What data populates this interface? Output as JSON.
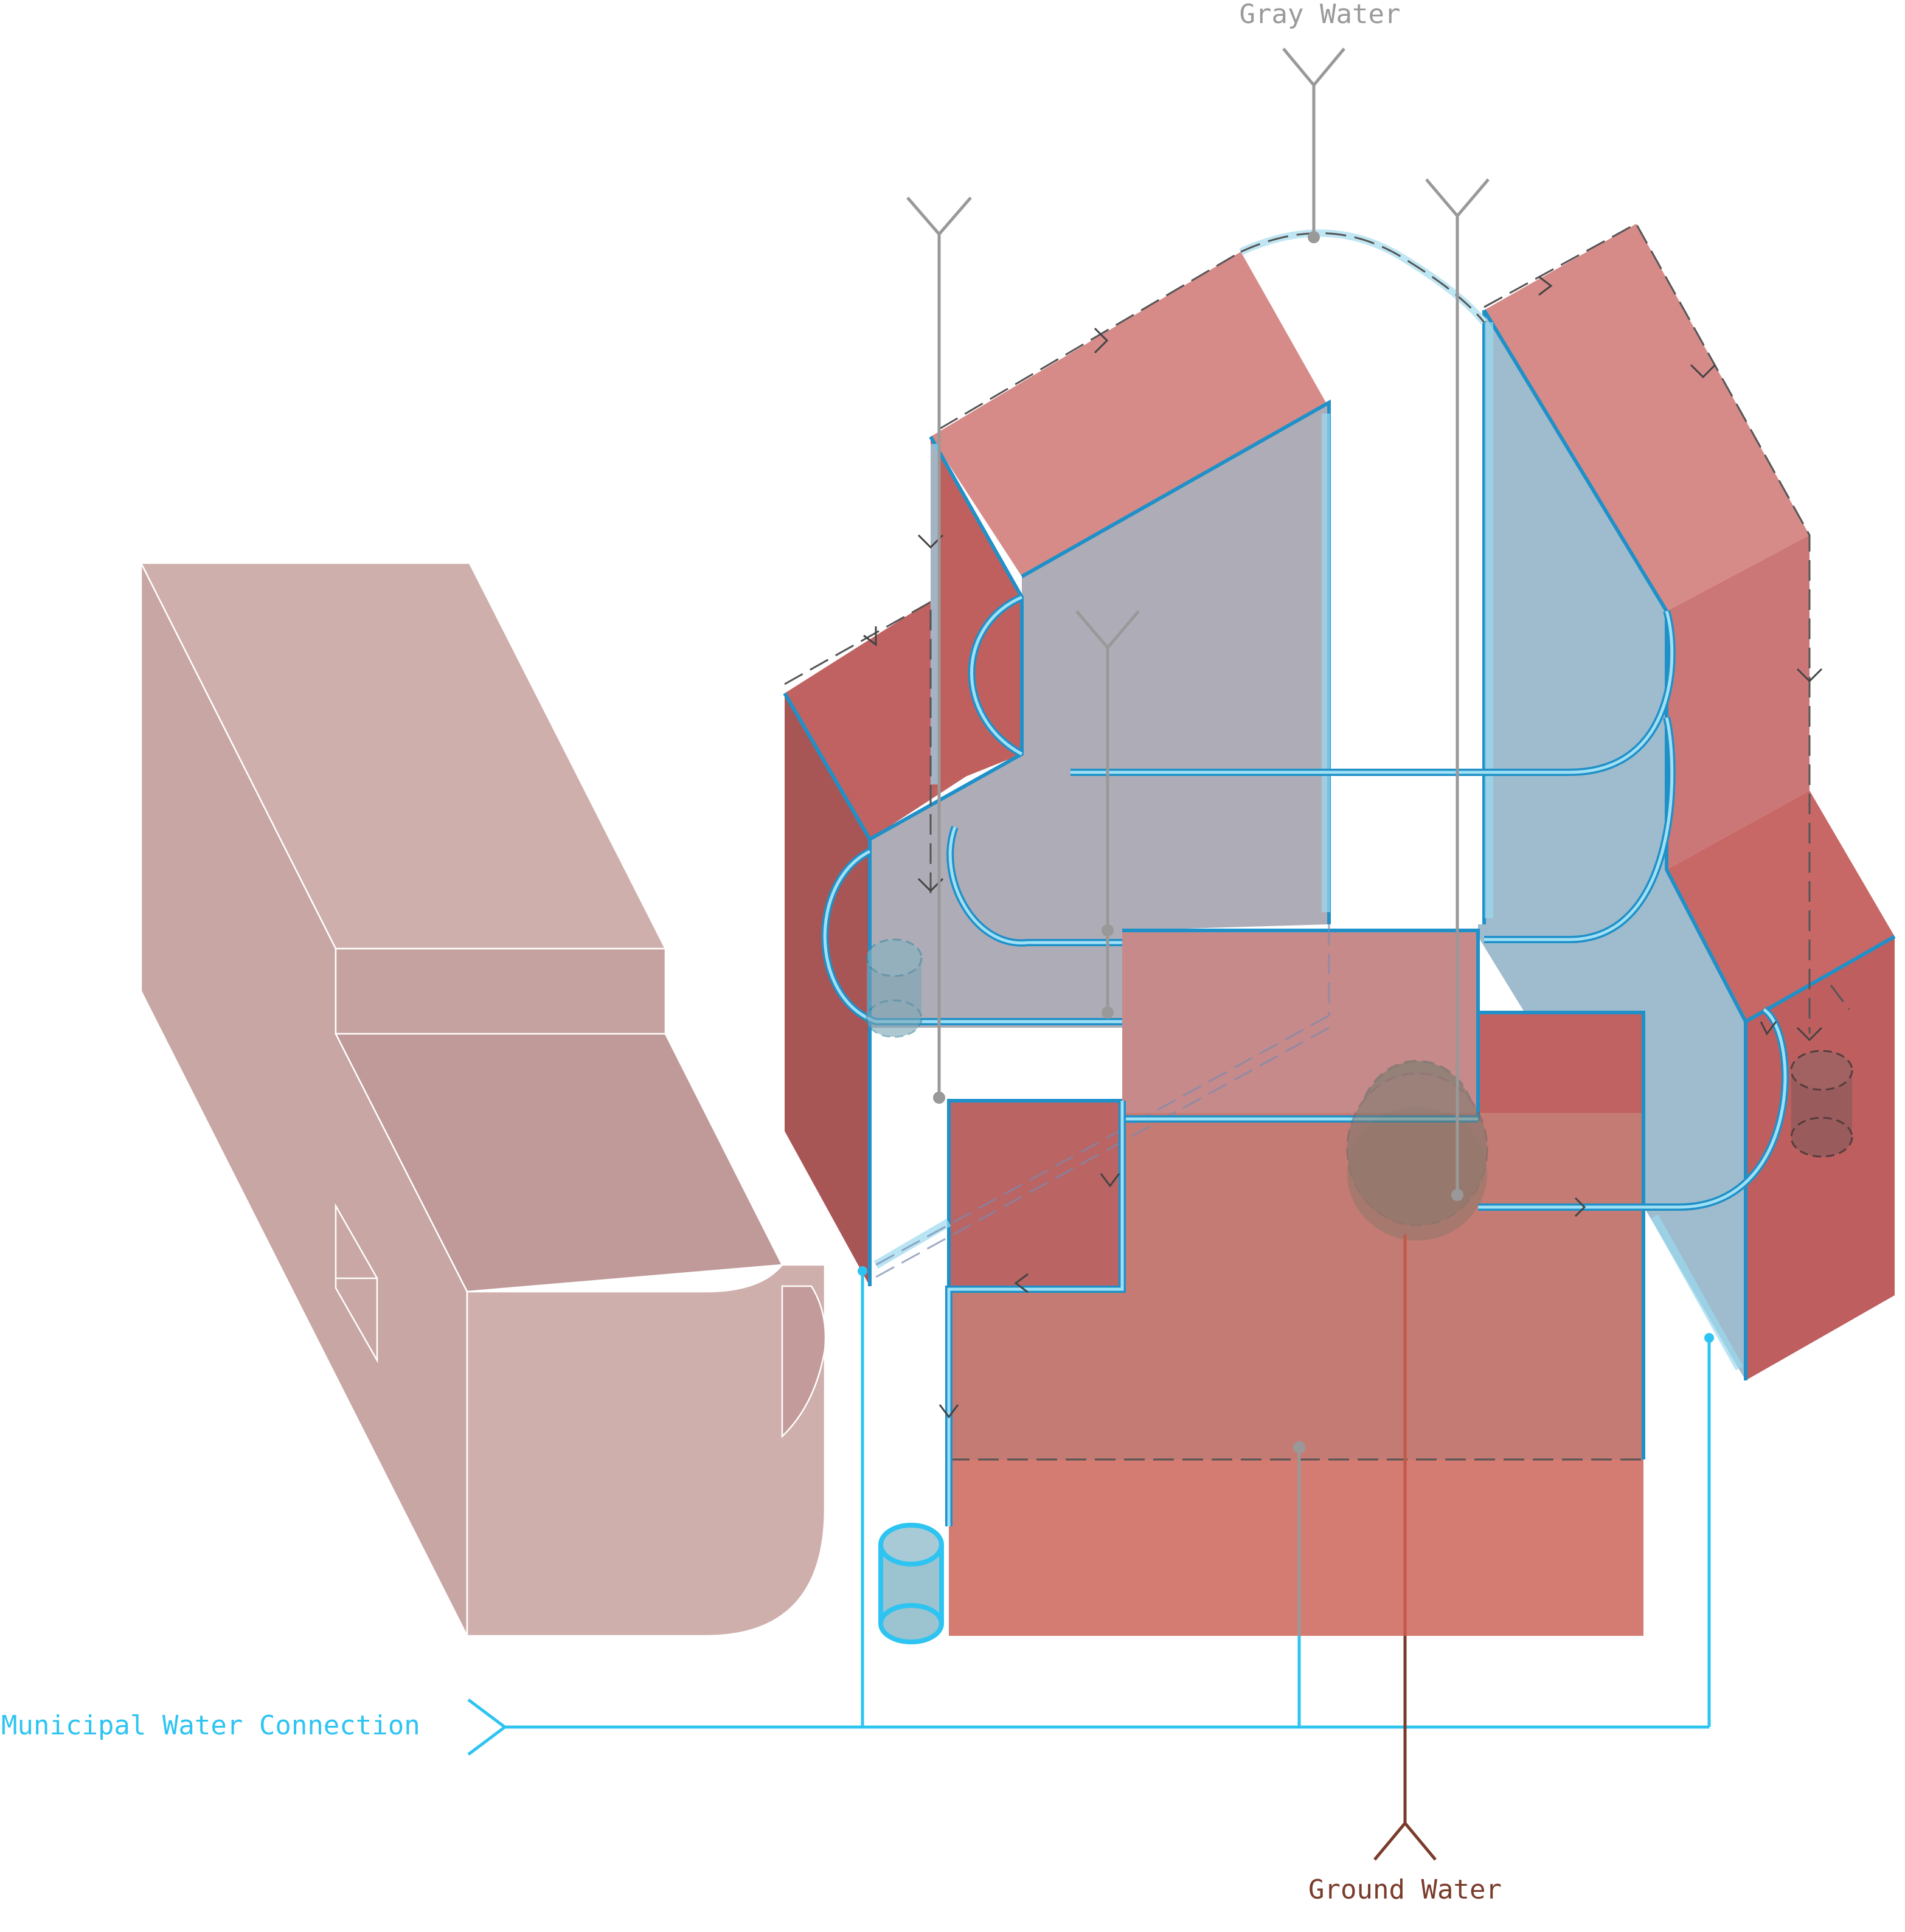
{
  "labels": {
    "gray_water": "Gray Water",
    "municipal": "Municipal Water Connection",
    "ground_water": "Ground Water"
  },
  "colors": {
    "gray_water_label": "#9a9a9a",
    "municipal_label": "#2ec4f2",
    "ground_water_label": "#7a3b2a",
    "pipe_blue": "#2ec4f2",
    "wall_blue": "#1f90c8",
    "roof_red": "#d68b88",
    "wall_red": "#c0605e",
    "dark_red": "#a85556",
    "translucent_gray": "#aaa9b3",
    "translucent_blue": "#9cb9cc",
    "ghost_block": "#cfafac",
    "ghost_block_side": "#c29b9a",
    "slab_red": "#d47b72",
    "gray_pipe": "#999999",
    "ground_pipe": "#7a3b2a"
  },
  "icons": [
    "gray-water-inlet-icon",
    "rain-collector-icon",
    "municipal-arrow-icon",
    "ground-water-inlet-icon",
    "water-tank-icon",
    "flow-arrow-icon"
  ]
}
